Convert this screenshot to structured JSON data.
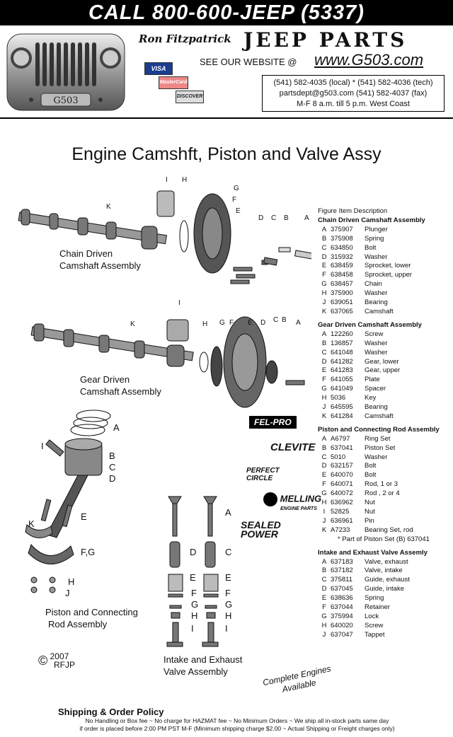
{
  "banner": "CALL 800-600-JEEP (5337)",
  "header": {
    "owner": "Ron Fitzpatrick",
    "brand": "JEEP PARTS",
    "logo_text": "G503",
    "website_label": "SEE OUR WEBSITE  @",
    "website_url": "www.G503.com",
    "cards": [
      "VISA",
      "MasterCard",
      "DISCOVER"
    ],
    "contact": [
      "(541) 582-4035 (local) * (541) 582-4036 (tech)",
      "partsdept@g503.com (541) 582-4037 (fax)",
      "M-F 8 a.m. till 5 p.m. West Coast"
    ]
  },
  "title": "Engine Camshft, Piston and Valve Assy",
  "diagram_labels": {
    "chain": [
      "Chain Driven",
      "Camshaft Assembly"
    ],
    "gear": [
      "Gear Driven",
      "Camshaft Assembly"
    ],
    "piston": [
      "Piston and Connecting",
      "Rod Assembly"
    ],
    "valve": [
      "Intake and Exhaust",
      "Valve Assembly"
    ],
    "letters": [
      "A",
      "B",
      "C",
      "D",
      "E",
      "F",
      "G",
      "H",
      "I",
      "J",
      "K",
      "F,G"
    ]
  },
  "brands": [
    "FEL-PRO",
    "CLEVITE",
    "PERFECT CIRCLE",
    "MELLING",
    "ENGINE PARTS",
    "SEALED POWER"
  ],
  "table": {
    "header": "Figure Item   Description",
    "sections": [
      {
        "title": "Chain Driven Camshaft Assembly",
        "rows": [
          [
            "A",
            "375907",
            "Plunger"
          ],
          [
            "B",
            "375908",
            "Spring"
          ],
          [
            "C",
            "634850",
            "Bolt"
          ],
          [
            "D",
            "315932",
            "Washer"
          ],
          [
            "E",
            "638459",
            "Sprocket, lower"
          ],
          [
            "F",
            "638458",
            "Sprocket, upper"
          ],
          [
            "G",
            "638457",
            "Chain"
          ],
          [
            "H",
            "375900",
            "Washer"
          ],
          [
            "J",
            "639051",
            "Bearing"
          ],
          [
            "K",
            "637065",
            "Camshaft"
          ]
        ]
      },
      {
        "title": "Gear Driven Camshaft Assembly",
        "rows": [
          [
            "A",
            "122260",
            "Screw"
          ],
          [
            "B",
            "136857",
            "Washer"
          ],
          [
            "C",
            "641048",
            "Washer"
          ],
          [
            "D",
            "641282",
            "Gear, lower"
          ],
          [
            "E",
            "641283",
            "Gear, upper"
          ],
          [
            "F",
            "641055",
            "Plate"
          ],
          [
            "G",
            "641049",
            "Spacer"
          ],
          [
            "H",
            "5036",
            "Key"
          ],
          [
            "J",
            "645595",
            "Bearing"
          ],
          [
            "K",
            "641284",
            "Camshaft"
          ]
        ]
      },
      {
        "title": "Piston and Connecting Rod Assembly",
        "rows": [
          [
            "A",
            "A6797",
            "Ring Set"
          ],
          [
            "B",
            "637041",
            "Piston Set"
          ],
          [
            "C",
            "5010",
            "Washer"
          ],
          [
            "D",
            "632157",
            "Bolt"
          ],
          [
            "E",
            "640070",
            "Bolt"
          ],
          [
            "F",
            "640071",
            "Rod, 1 or 3"
          ],
          [
            "G",
            "640072",
            "Rod , 2 or 4"
          ],
          [
            "H",
            "636962",
            "Nut"
          ],
          [
            "I",
            "52825",
            "Nut"
          ],
          [
            "J",
            "636961",
            "Pin"
          ],
          [
            "K",
            "A7233",
            "Bearing Set, rod"
          ]
        ],
        "note": "* Part of Piston Set (B) 637041"
      },
      {
        "title": "Intake and Exhaust Valve Assemly",
        "rows": [
          [
            "A",
            "637183",
            "Valve, exhaust"
          ],
          [
            "B",
            "637182",
            "Valve, intake"
          ],
          [
            "C",
            "375811",
            "Guide, exhaust"
          ],
          [
            "D",
            "637045",
            "Guide, intake"
          ],
          [
            "E",
            "638636",
            "Spring"
          ],
          [
            "F",
            "637044",
            "Retainer"
          ],
          [
            "G",
            "375994",
            "Lock"
          ],
          [
            "H",
            "640020",
            "Screw"
          ],
          [
            "J",
            "637047",
            "Tappet"
          ]
        ]
      }
    ]
  },
  "copyright": {
    "symbol": "©",
    "year": "2007",
    "initials": "RFJP"
  },
  "complete_engines": [
    "Complete Engines",
    "Available"
  ],
  "shipping": {
    "title": "Shipping & Order Policy",
    "line1": "No Handling or Box fee ~ No charge for HAZMAT fee ~ No Minimum Orders ~ We ship all in-stock parts same day",
    "line2": "if order is placed before 2:00 PM PST M-F (Minimum shipping charge $2.00 ~ Actual Shipping or Freight charges only)"
  }
}
